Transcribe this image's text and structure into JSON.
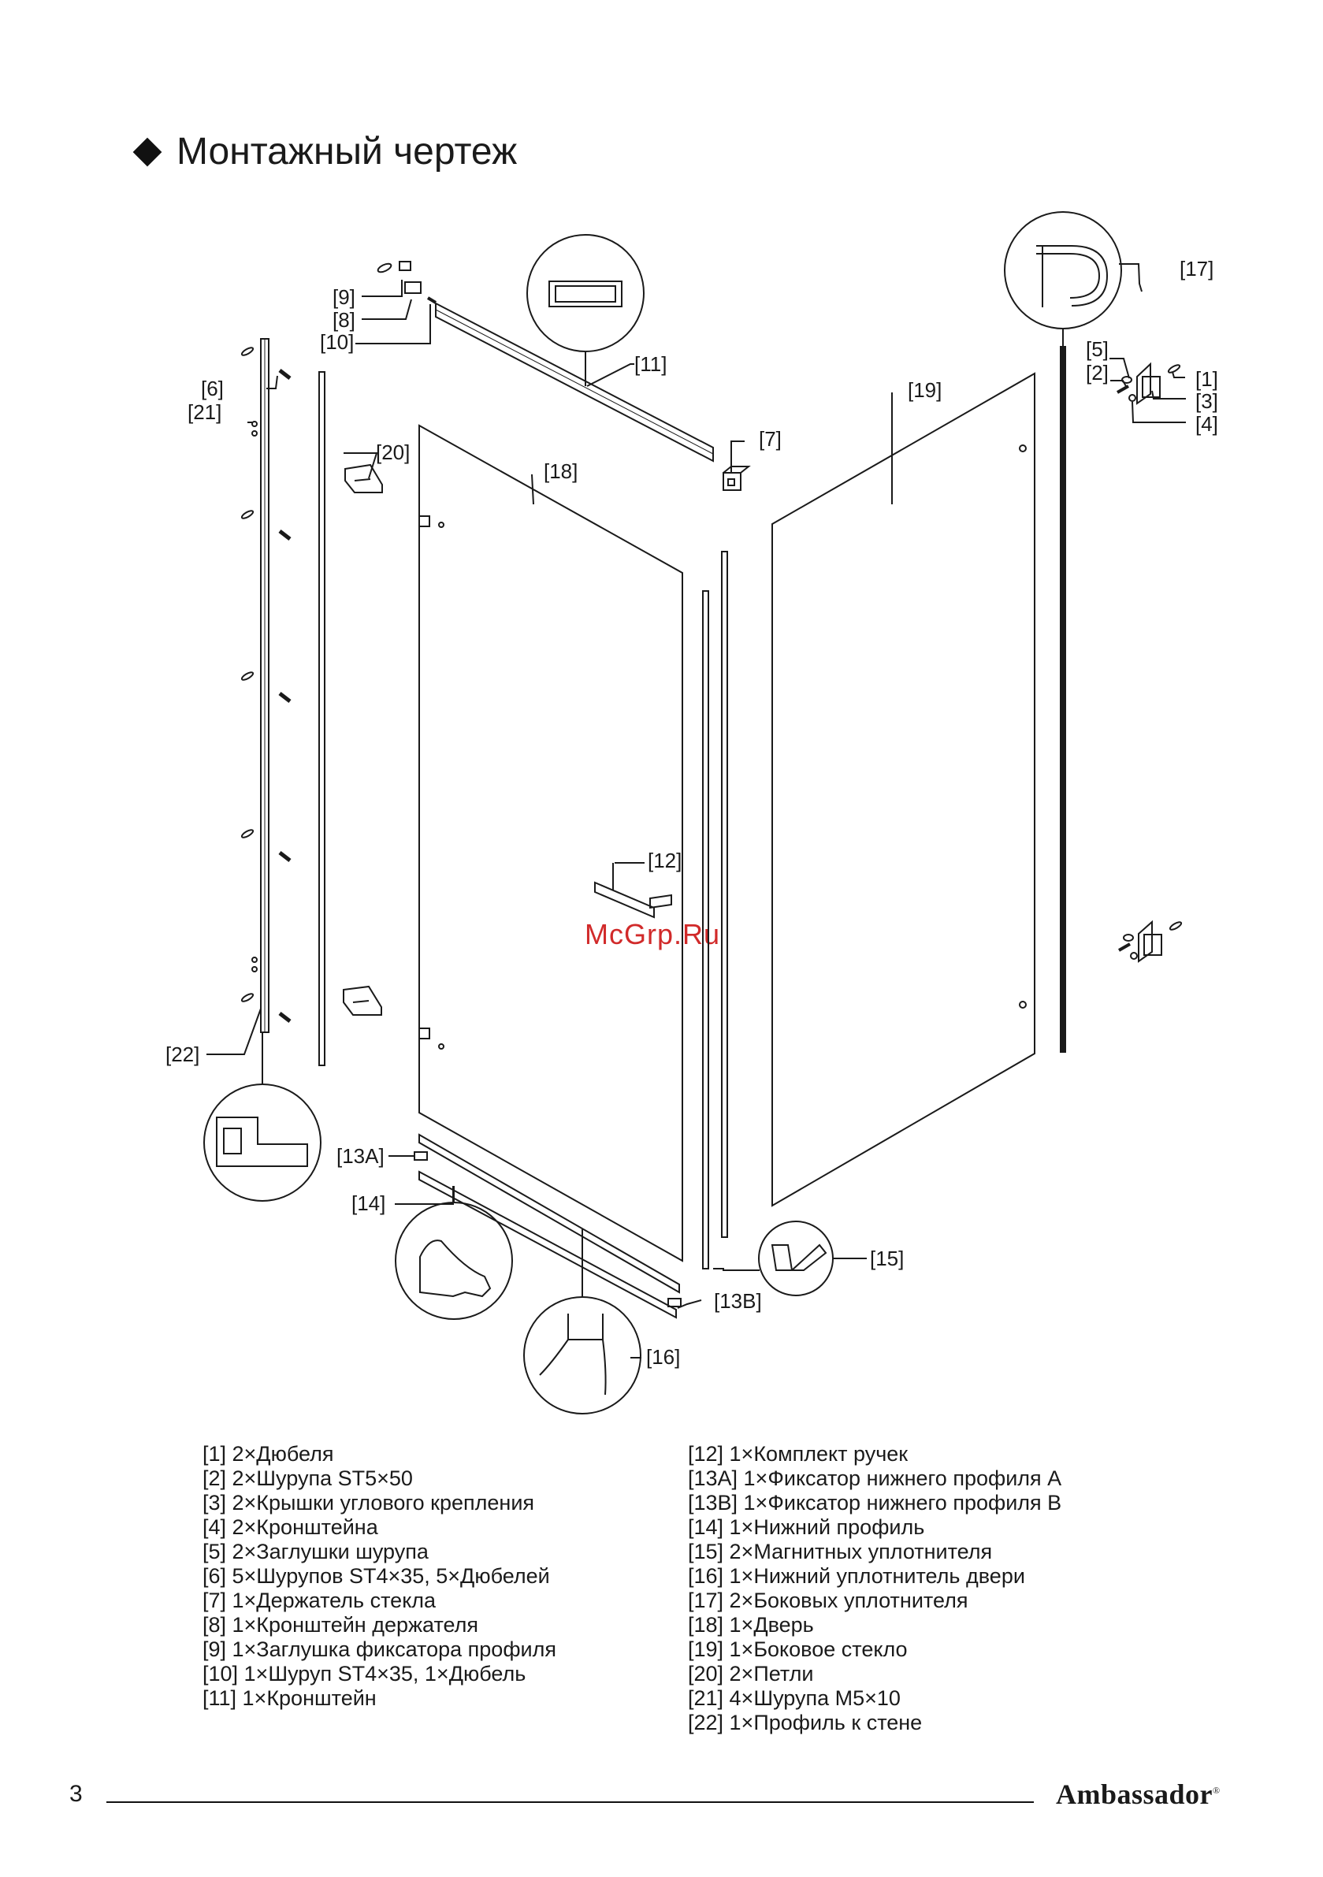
{
  "title": "Монтажный чертеж",
  "watermark": "McGrp.Ru",
  "callouts": {
    "c1": "[1]",
    "c2": "[2]",
    "c3": "[3]",
    "c4": "[4]",
    "c5": "[5]",
    "c6": "[6]",
    "c7": "[7]",
    "c8": "[8]",
    "c9": "[9]",
    "c10": "[10]",
    "c11": "[11]",
    "c12": "[12]",
    "c13a": "[13A]",
    "c13b": "[13B]",
    "c14": "[14]",
    "c15": "[15]",
    "c16": "[16]",
    "c17": "[17]",
    "c18": "[18]",
    "c19": "[19]",
    "c20": "[20]",
    "c21": "[21]",
    "c22": "[22]"
  },
  "legend_left": [
    "[1] 2×Дюбеля",
    "[2] 2×Шурупа ST5×50",
    "[3] 2×Крышки углового крепления",
    "[4] 2×Кронштейна",
    "[5] 2×Заглушки шурупа",
    "[6] 5×Шурупов ST4×35, 5×Дюбелей",
    "[7] 1×Держатель стекла",
    "[8] 1×Кронштейн держателя",
    "[9] 1×Заглушка фиксатора профиля",
    "[10] 1×Шуруп ST4×35, 1×Дюбель",
    "[11] 1×Кронштейн"
  ],
  "legend_right": [
    "[12] 1×Комплект ручек",
    "[13A] 1×Фиксатор нижнего профиля А",
    "[13B] 1×Фиксатор нижнего профиля В",
    "[14] 1×Нижний профиль",
    "[15] 2×Магнитных уплотнителя",
    "[16] 1×Нижний уплотнитель двери",
    "[17] 2×Боковых уплотнителя",
    "[18] 1×Дверь",
    "[19] 1×Боковое стекло",
    "[20] 2×Петли",
    "[21] 4×Шурупа M5×10",
    "[22] 1×Профиль к стене"
  ],
  "footer": {
    "page_number": "3",
    "brand": "Ambassador",
    "brand_mark": "®"
  }
}
